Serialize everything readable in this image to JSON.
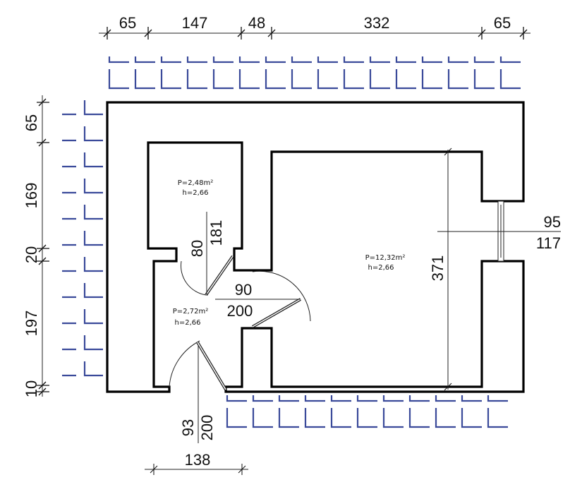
{
  "colors": {
    "walls": "#000000",
    "tiles": "#3a4a9a",
    "dimensions": "#111111"
  },
  "top_dimensions": [
    "65",
    "147",
    "48",
    "332",
    "65"
  ],
  "left_dimensions": [
    "65",
    "169",
    "20",
    "197",
    "10"
  ],
  "rooms": [
    {
      "area": "P=2,48m²",
      "height": "h=2,66"
    },
    {
      "area": "P=2,72m²",
      "height": "h=2,66"
    },
    {
      "area": "P=12,32m²",
      "height": "h=2,66"
    }
  ],
  "openings": {
    "bathroom_door": {
      "width": "80",
      "height": "181"
    },
    "room_door": {
      "width": "90",
      "height": "200"
    },
    "entrance_door": {
      "width": "93",
      "height": "200"
    },
    "window": {
      "width": "95",
      "height": "117"
    }
  },
  "room_depth": "371",
  "bottom_dimension": "138"
}
